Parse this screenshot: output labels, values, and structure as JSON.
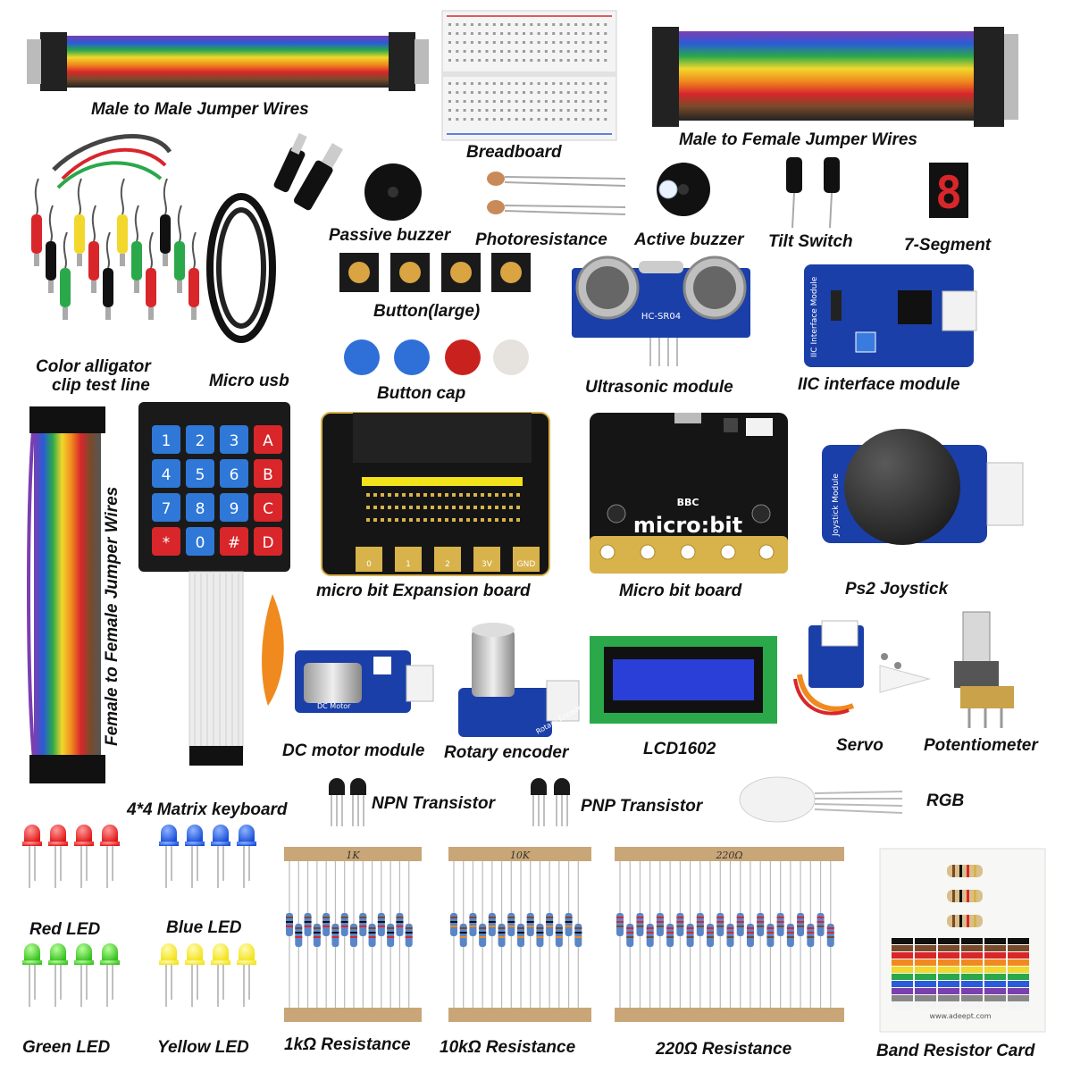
{
  "labels": {
    "mm_wires": "Male to Male Jumper Wires",
    "breadboard": "Breadboard",
    "mf_wires": "Male to Female Jumper Wires",
    "alligator_1": "Color alligator",
    "alligator_2": "clip test line",
    "micro_usb": "Micro usb",
    "passive_buzzer": "Passive buzzer",
    "photoresistance": "Photoresistance",
    "active_buzzer": "Active buzzer",
    "tilt_switch": "Tilt Switch",
    "seven_segment": "7-Segment",
    "button_large": "Button(large)",
    "button_cap": "Button cap",
    "ultrasonic": "Ultrasonic module",
    "iic": "IIC interface module",
    "ff_wires": "Female to Female Jumper Wires",
    "expansion": "micro bit Expansion board",
    "microbit": "Micro bit board",
    "joystick": "Ps2 Joystick",
    "dc_motor": "DC motor module",
    "rotary": "Rotary encoder",
    "lcd": "LCD1602",
    "servo": "Servo",
    "potentiometer": "Potentiometer",
    "matrix": "4*4 Matrix keyboard",
    "npn": "NPN Transistor",
    "pnp": "PNP Transistor",
    "rgb": "RGB",
    "red_led": "Red LED",
    "blue_led": "Blue LED",
    "green_led": "Green LED",
    "yellow_led": "Yellow LED",
    "r1k": "1kΩ Resistance",
    "r10k": "10kΩ Resistance",
    "r220": "220Ω Resistance",
    "card": "Band Resistor Card"
  },
  "keypad": {
    "keys": [
      "1",
      "2",
      "3",
      "A",
      "4",
      "5",
      "6",
      "B",
      "7",
      "8",
      "9",
      "C",
      "*",
      "0",
      "#",
      "D"
    ]
  },
  "board_text": {
    "microbit_logo": "micro:bit",
    "bbc": "BBC",
    "hcsr04": "HC-SR04",
    "pins": [
      "0",
      "1",
      "2",
      "3V",
      "GND"
    ],
    "dc_motor_board": "DC Motor",
    "rotary_board": "Rotary Encoder",
    "joystick_board": "Joystick Module",
    "iic_board": "IIC Interface Module",
    "resistor_tape_1k": "1K",
    "resistor_tape_10k": "10K",
    "resistor_tape_220": "220Ω",
    "card_url": "www.adeept.com",
    "seg_digit": "8"
  },
  "colors": {
    "accent_board": "#1b3fa8",
    "pcb_black": "#151515",
    "gold": "#d8b24a",
    "key_blue": "#2f78d8",
    "key_red": "#d8262b",
    "tape": "#c9a677"
  }
}
